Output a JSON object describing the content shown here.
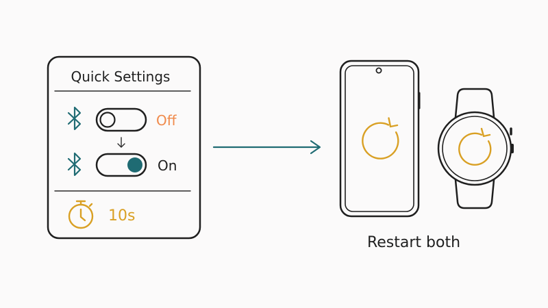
{
  "quick_settings": {
    "title": "Quick Settings",
    "row_off": {
      "state_label": "Off",
      "toggle_on": false
    },
    "row_on": {
      "state_label": "On",
      "toggle_on": true
    },
    "timer_label": "10s"
  },
  "caption": "Restart both",
  "icons": {
    "bluetooth": "bluetooth-icon",
    "toggle": "toggle-switch",
    "down_arrow": "arrow-down-icon",
    "timer": "stopwatch-icon",
    "flow_arrow": "arrow-right-icon",
    "restart": "restart-icon",
    "phone": "smartphone-icon",
    "watch": "smartwatch-icon"
  },
  "colors": {
    "ink": "#1f1f1f",
    "teal": "#1f6b73",
    "off_orange": "#f08a4b",
    "gold": "#d9a024",
    "background": "#fbfafa"
  }
}
